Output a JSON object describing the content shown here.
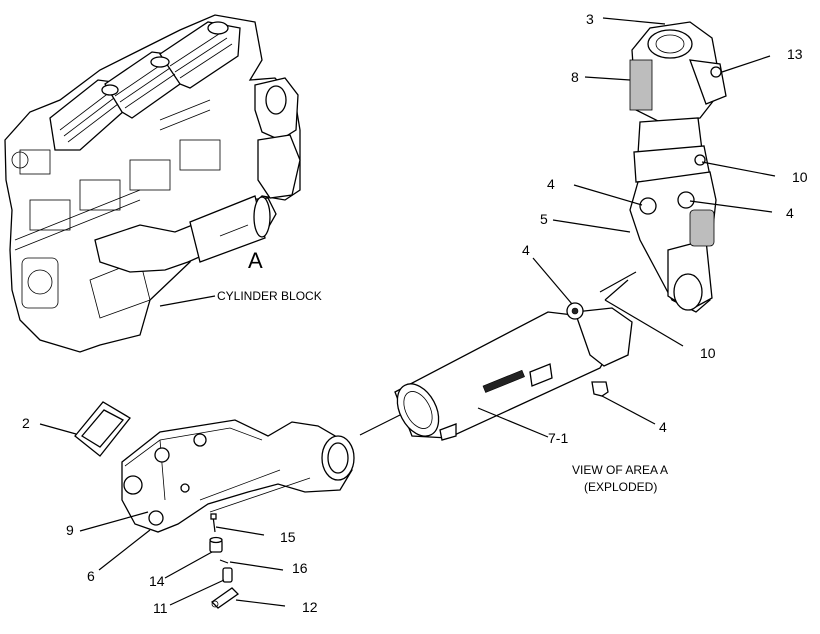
{
  "diagram": {
    "labels": {
      "l2": "2",
      "l3": "3",
      "l4a": "4",
      "l4b": "4",
      "l4c": "4",
      "l4d": "4",
      "l5": "5",
      "l6": "6",
      "l7": "7-1",
      "l8": "8",
      "l9": "9",
      "l10a": "10",
      "l10b": "10",
      "l11": "11",
      "l12": "12",
      "l13": "13",
      "l14": "14",
      "l15": "15",
      "l16": "16",
      "area": "A"
    },
    "captions": {
      "cylinder_block": "CYLINDER BLOCK",
      "view_line1": "VIEW OF AREA A",
      "view_line2": "(EXPLODED)"
    }
  }
}
